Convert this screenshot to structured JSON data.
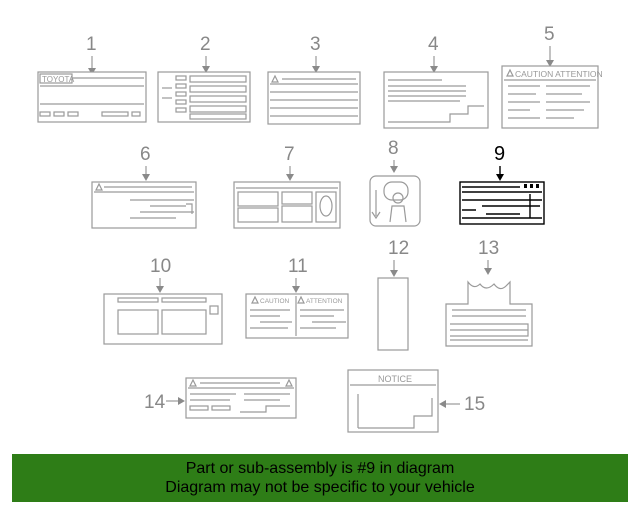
{
  "diagram": {
    "callouts": [
      "1",
      "2",
      "3",
      "4",
      "5",
      "6",
      "7",
      "8",
      "9",
      "10",
      "11",
      "12",
      "13",
      "14",
      "15"
    ],
    "highlighted": "9",
    "label_texts": {
      "toyota": "TOYOTA",
      "caution_attention": "CAUTION ATTENTION",
      "caution": "CAUTION",
      "attention": "ATTENTION",
      "notice": "NOTICE"
    },
    "colors": {
      "part": "#9a9a9a",
      "highlight": "#000000",
      "banner_bg": "#2e7d17"
    }
  },
  "banner": {
    "line1": "Part or sub-assembly is #9 in diagram",
    "line2": "Diagram may not be specific to your vehicle"
  }
}
